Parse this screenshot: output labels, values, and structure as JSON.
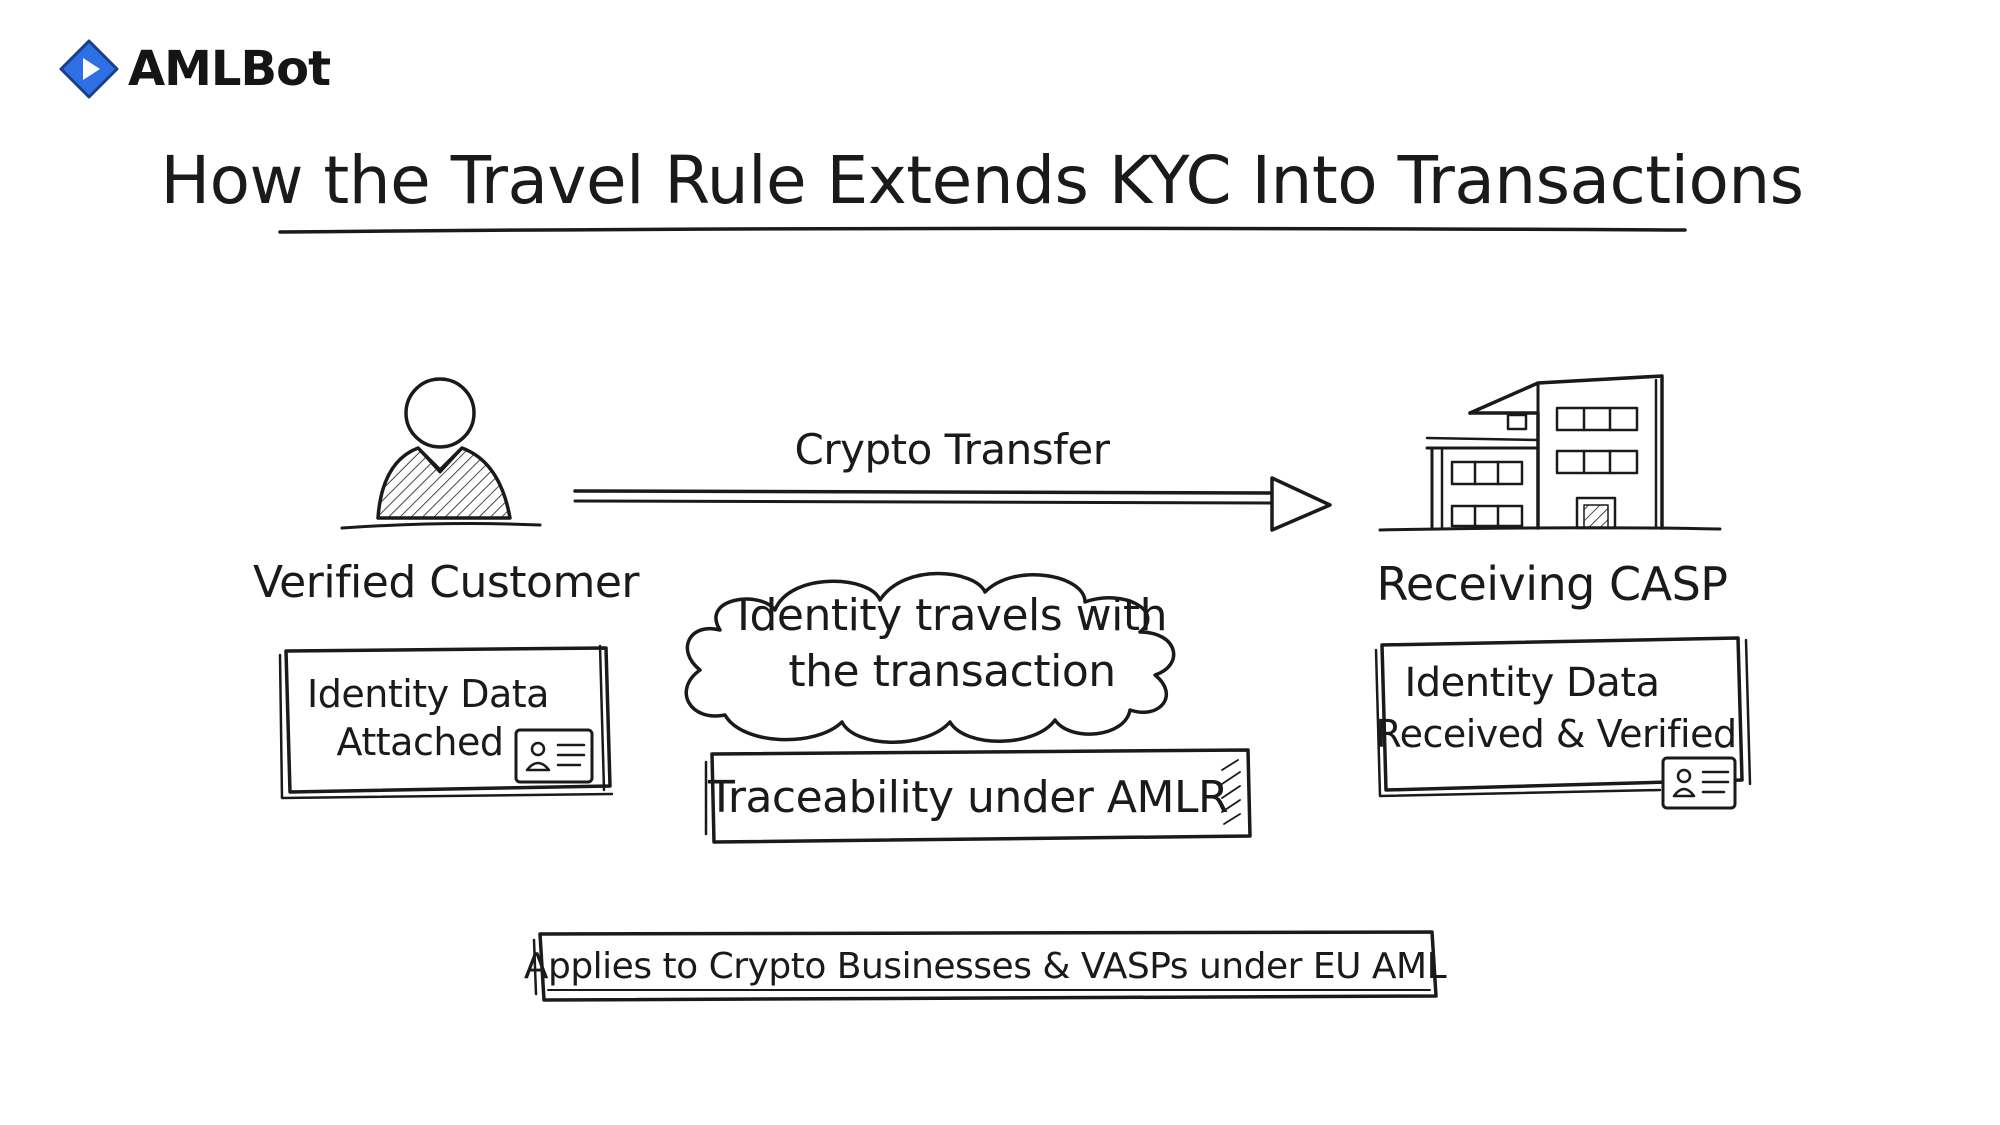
{
  "brand": {
    "name": "AMLBot",
    "accent_color": "#2F6FE4",
    "icon": "diamond-play-logo-icon"
  },
  "title": "How the Travel Rule Extends KYC Into Transactions",
  "sender": {
    "label": "Verified Customer",
    "icon": "person-icon",
    "box_line1": "Identity Data",
    "box_line2": "Attached",
    "card_icon": "id-card-icon"
  },
  "transfer": {
    "label": "Crypto Transfer",
    "icon": "arrow-right-icon"
  },
  "cloud": {
    "line1": "Identity travels with",
    "line2": "the transaction"
  },
  "traceability": "Traceability under AMLR",
  "receiver": {
    "label": "Receiving CASP",
    "icon": "office-building-icon",
    "box_line1": "Identity Data",
    "box_line2": "Received & Verified",
    "card_icon": "id-card-icon"
  },
  "footer_note": "Applies to Crypto Businesses & VASPs under EU AML"
}
